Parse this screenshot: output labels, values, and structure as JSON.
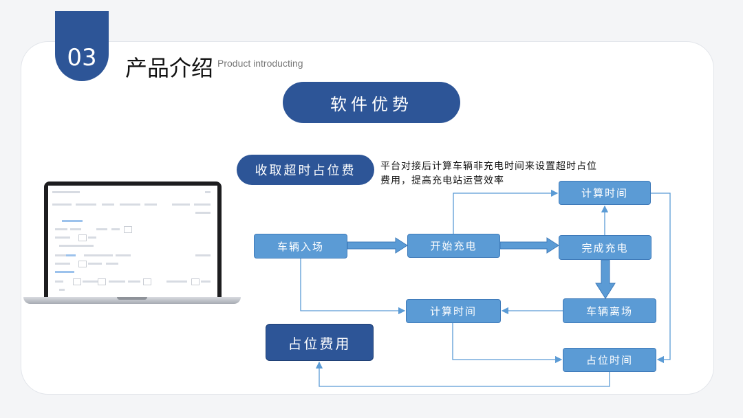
{
  "header": {
    "section_number": "03",
    "title": "产品介绍",
    "subtitle": "Product introducting"
  },
  "main": {
    "heading": "软件优势",
    "feature_label": "收取超时占位费",
    "description_lines": [
      "平台对接后计算车辆非充电时间来设置超时占位",
      "费用，提高充电站运营效率"
    ]
  },
  "flow": {
    "nodes": {
      "vehicle_enter": "车辆入场",
      "start_charge": "开始充电",
      "finish_charge": "完成充电",
      "calc_time_top": "计算时间",
      "vehicle_leave": "车辆离场",
      "calc_time_mid": "计算时间",
      "occupy_time": "占位时间",
      "occupy_fee": "占位费用"
    }
  },
  "colors": {
    "brand_dark": "#2d5597",
    "node_light": "#5b9bd5"
  }
}
